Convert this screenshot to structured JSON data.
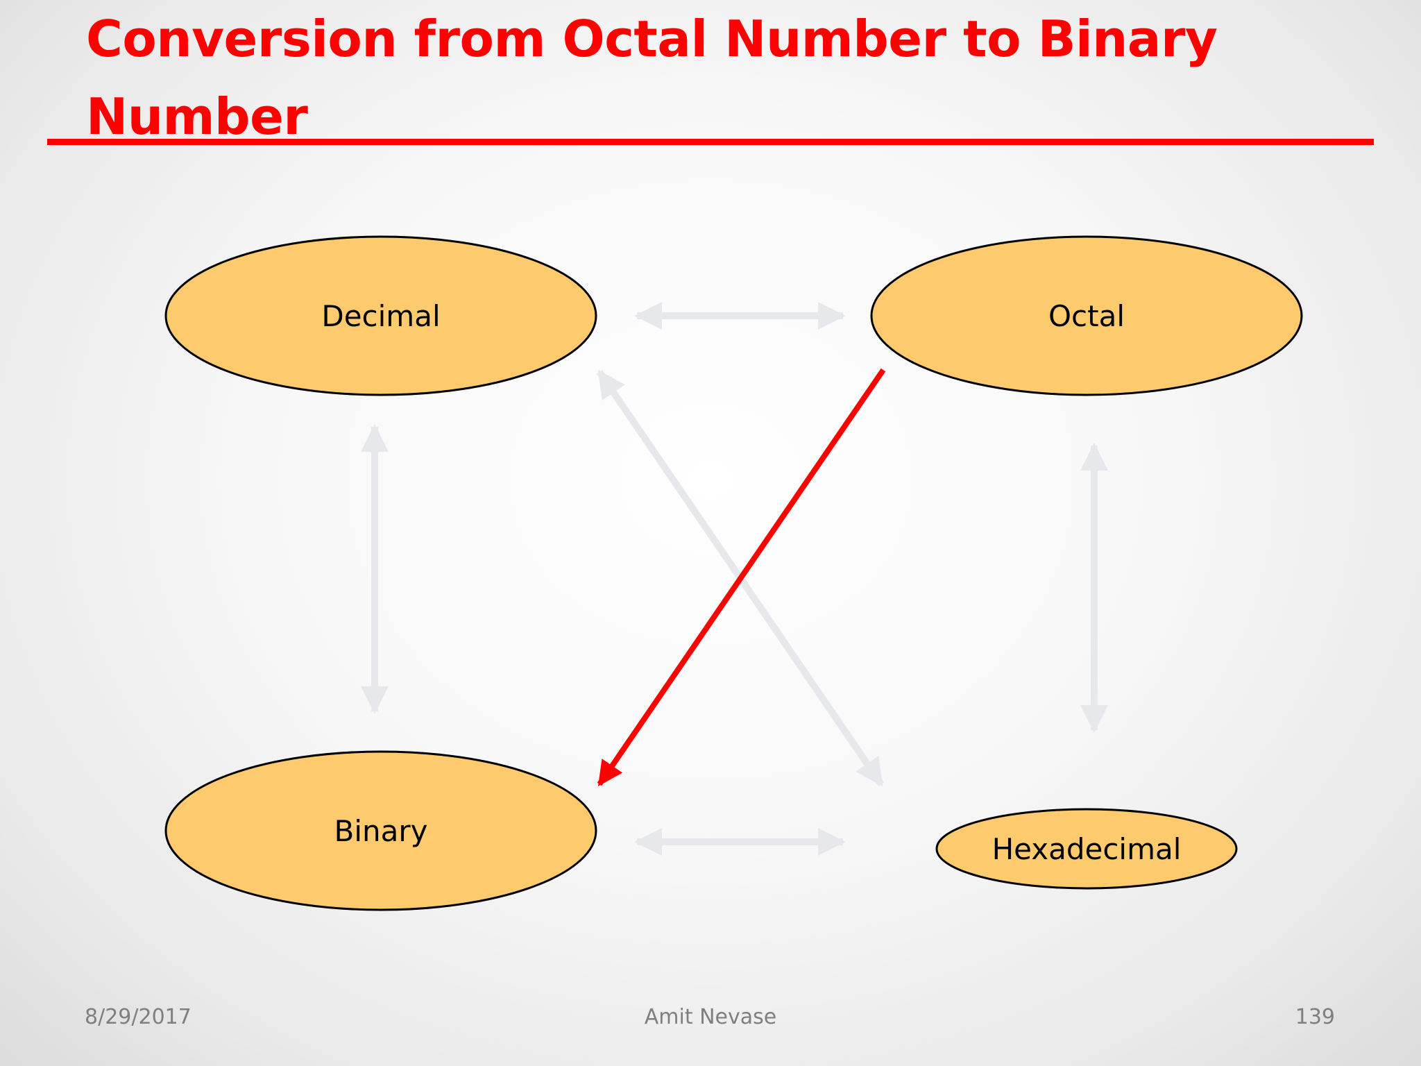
{
  "slide": {
    "title": "Conversion from Octal Number to Binary Number",
    "accent_color": "#ff0000",
    "node_fill": "#fdcb6e",
    "arrow_color": "#e6e8ec"
  },
  "diagram": {
    "nodes": {
      "decimal": "Decimal",
      "octal": "Octal",
      "binary": "Binary",
      "hexadecimal": "Hexadecimal"
    },
    "highlighted_conversion": {
      "from": "Octal",
      "to": "Binary"
    }
  },
  "footer": {
    "date": "8/29/2017",
    "author": "Amit Nevase",
    "page": "139"
  }
}
